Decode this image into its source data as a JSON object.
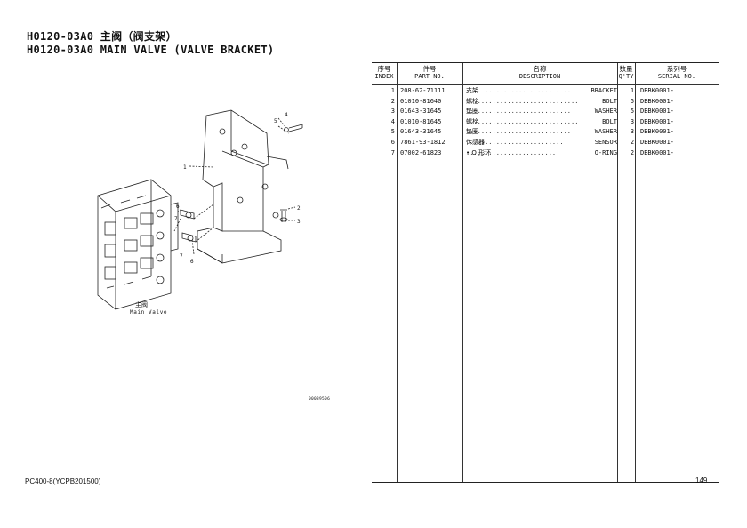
{
  "title": {
    "line1": "H0120-03A0 主阀（阀支架）",
    "line2": "H0120-03A0 MAIN VALVE (VALVE BRACKET)"
  },
  "table": {
    "headers": {
      "index_cn": "序号",
      "index_en": "INDEX",
      "part_cn": "件号",
      "part_en": "PART NO.",
      "desc_cn": "名称",
      "desc_en": "DESCRIPTION",
      "qty_cn": "数量",
      "qty_en": "Q'TY",
      "serial_cn": "系列号",
      "serial_en": "SERIAL NO."
    },
    "rows": [
      {
        "index": "1",
        "part": "208-62-71111",
        "desc_cn": "支架",
        "dots": "............................",
        "desc_en": "BRACKET",
        "qty": "1",
        "serial": "DBBK0001-"
      },
      {
        "index": "2",
        "part": "01010-81640",
        "desc_cn": "螺栓",
        "dots": "..............................",
        "desc_en": "BOLT",
        "qty": "5",
        "serial": "DBBK0001-"
      },
      {
        "index": "3",
        "part": "01643-31645",
        "desc_cn": "垫圈",
        "dots": "............................",
        "desc_en": "WASHER",
        "qty": "5",
        "serial": "DBBK0001-"
      },
      {
        "index": "4",
        "part": "01010-81645",
        "desc_cn": "螺栓",
        "dots": "..............................",
        "desc_en": "BOLT",
        "qty": "3",
        "serial": "DBBK0001-"
      },
      {
        "index": "5",
        "part": "01643-31645",
        "desc_cn": "垫圈",
        "dots": "............................",
        "desc_en": "WASHER",
        "qty": "3",
        "serial": "DBBK0001-"
      },
      {
        "index": "6",
        "part": "7861-93-1812",
        "desc_cn": "传感器",
        "dots": "..........................",
        "desc_en": "SENSOR",
        "qty": "2",
        "serial": "DBBK0001-"
      },
      {
        "index": "7",
        "part": "07002-61823",
        "desc_cn": "• O 形环",
        "dots": "........................",
        "desc_en": "O-RING",
        "qty": "2",
        "serial": "DBBK0001-"
      }
    ]
  },
  "drawing": {
    "caption_cn": "主阀",
    "caption_en": "Main Valve",
    "drawing_number": "00039506",
    "callouts": [
      "1",
      "2",
      "3",
      "4",
      "5",
      "6",
      "7",
      "6",
      "7"
    ]
  },
  "footer": {
    "model": "PC400-8(YCPB201500)",
    "page": "149"
  }
}
